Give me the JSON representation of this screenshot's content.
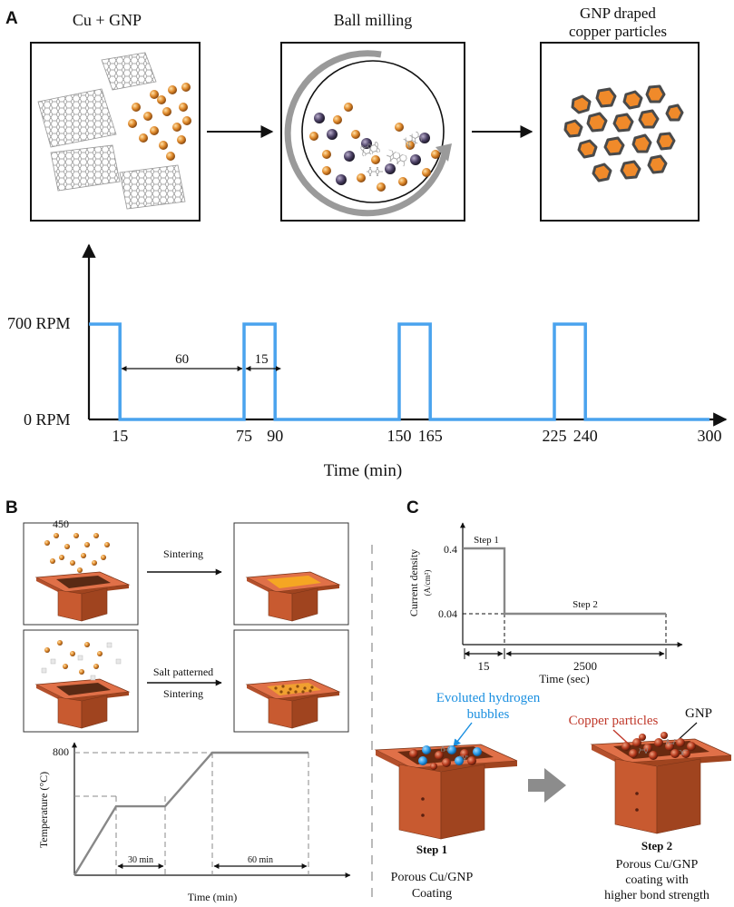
{
  "panel_a": {
    "letter": "A",
    "boxes": [
      {
        "title": "Cu + GNP"
      },
      {
        "title": "Ball milling"
      },
      {
        "title_line1": "GNP draped",
        "title_line2": "copper particles"
      }
    ],
    "chart_data": {
      "type": "line",
      "xlabel": "Time (min)",
      "ylabel": "",
      "y_levels": [
        "0 RPM",
        "700 RPM"
      ],
      "x_ticks": [
        "15",
        "75",
        "90",
        "150",
        "165",
        "225",
        "240",
        "300"
      ],
      "x": [
        0,
        15,
        15,
        75,
        75,
        90,
        90,
        150,
        150,
        165,
        165,
        225,
        225,
        240,
        240,
        300
      ],
      "y": [
        700,
        700,
        0,
        0,
        700,
        700,
        0,
        0,
        700,
        700,
        0,
        0,
        700,
        700,
        0,
        0
      ],
      "annotations": [
        "60",
        "15"
      ],
      "line_color": "#4aa3ee"
    }
  },
  "panel_b": {
    "letter": "B",
    "arrow_labels": [
      "Sintering",
      "Salt patterned",
      "Sintering"
    ],
    "chart_data": {
      "type": "line",
      "xlabel": "Time (min)",
      "ylabel": "Temperature (°C)",
      "y_ticks": [
        "450",
        "800"
      ],
      "segment_labels": [
        "30 min",
        "60 min"
      ],
      "y": [
        0,
        450,
        450,
        800,
        800
      ],
      "line_color": "#777777"
    }
  },
  "panel_c": {
    "letter": "C",
    "chart_data": {
      "type": "line",
      "xlabel": "Time (sec)",
      "ylabel": "Current density",
      "ylabel_unit": "(A/cm²)",
      "y_ticks": [
        "0.04",
        "0.4"
      ],
      "segment_labels": [
        "15",
        "2500"
      ],
      "step_labels": [
        "Step 1",
        "Step 2"
      ],
      "x": [
        0,
        15,
        15,
        2515
      ],
      "y": [
        0.4,
        0.4,
        0.04,
        0.04
      ],
      "line_color": "#999999"
    },
    "labels": {
      "bubbles_line1": "Evoluted hydrogen",
      "bubbles_line2": "bubbles",
      "copper": "Copper particles",
      "gnp": "GNP",
      "step1": "Step 1",
      "step2": "Step 2",
      "step1_desc_line1": "Porous Cu/GNP",
      "step1_desc_line2": "Coating",
      "step2_desc_line1": "Porous Cu/GNP",
      "step2_desc_line2": "coating with",
      "step2_desc_line3": "higher bond strength"
    },
    "colors": {
      "bubbles": "#1a8fe0",
      "copper": "#c0392b"
    }
  }
}
